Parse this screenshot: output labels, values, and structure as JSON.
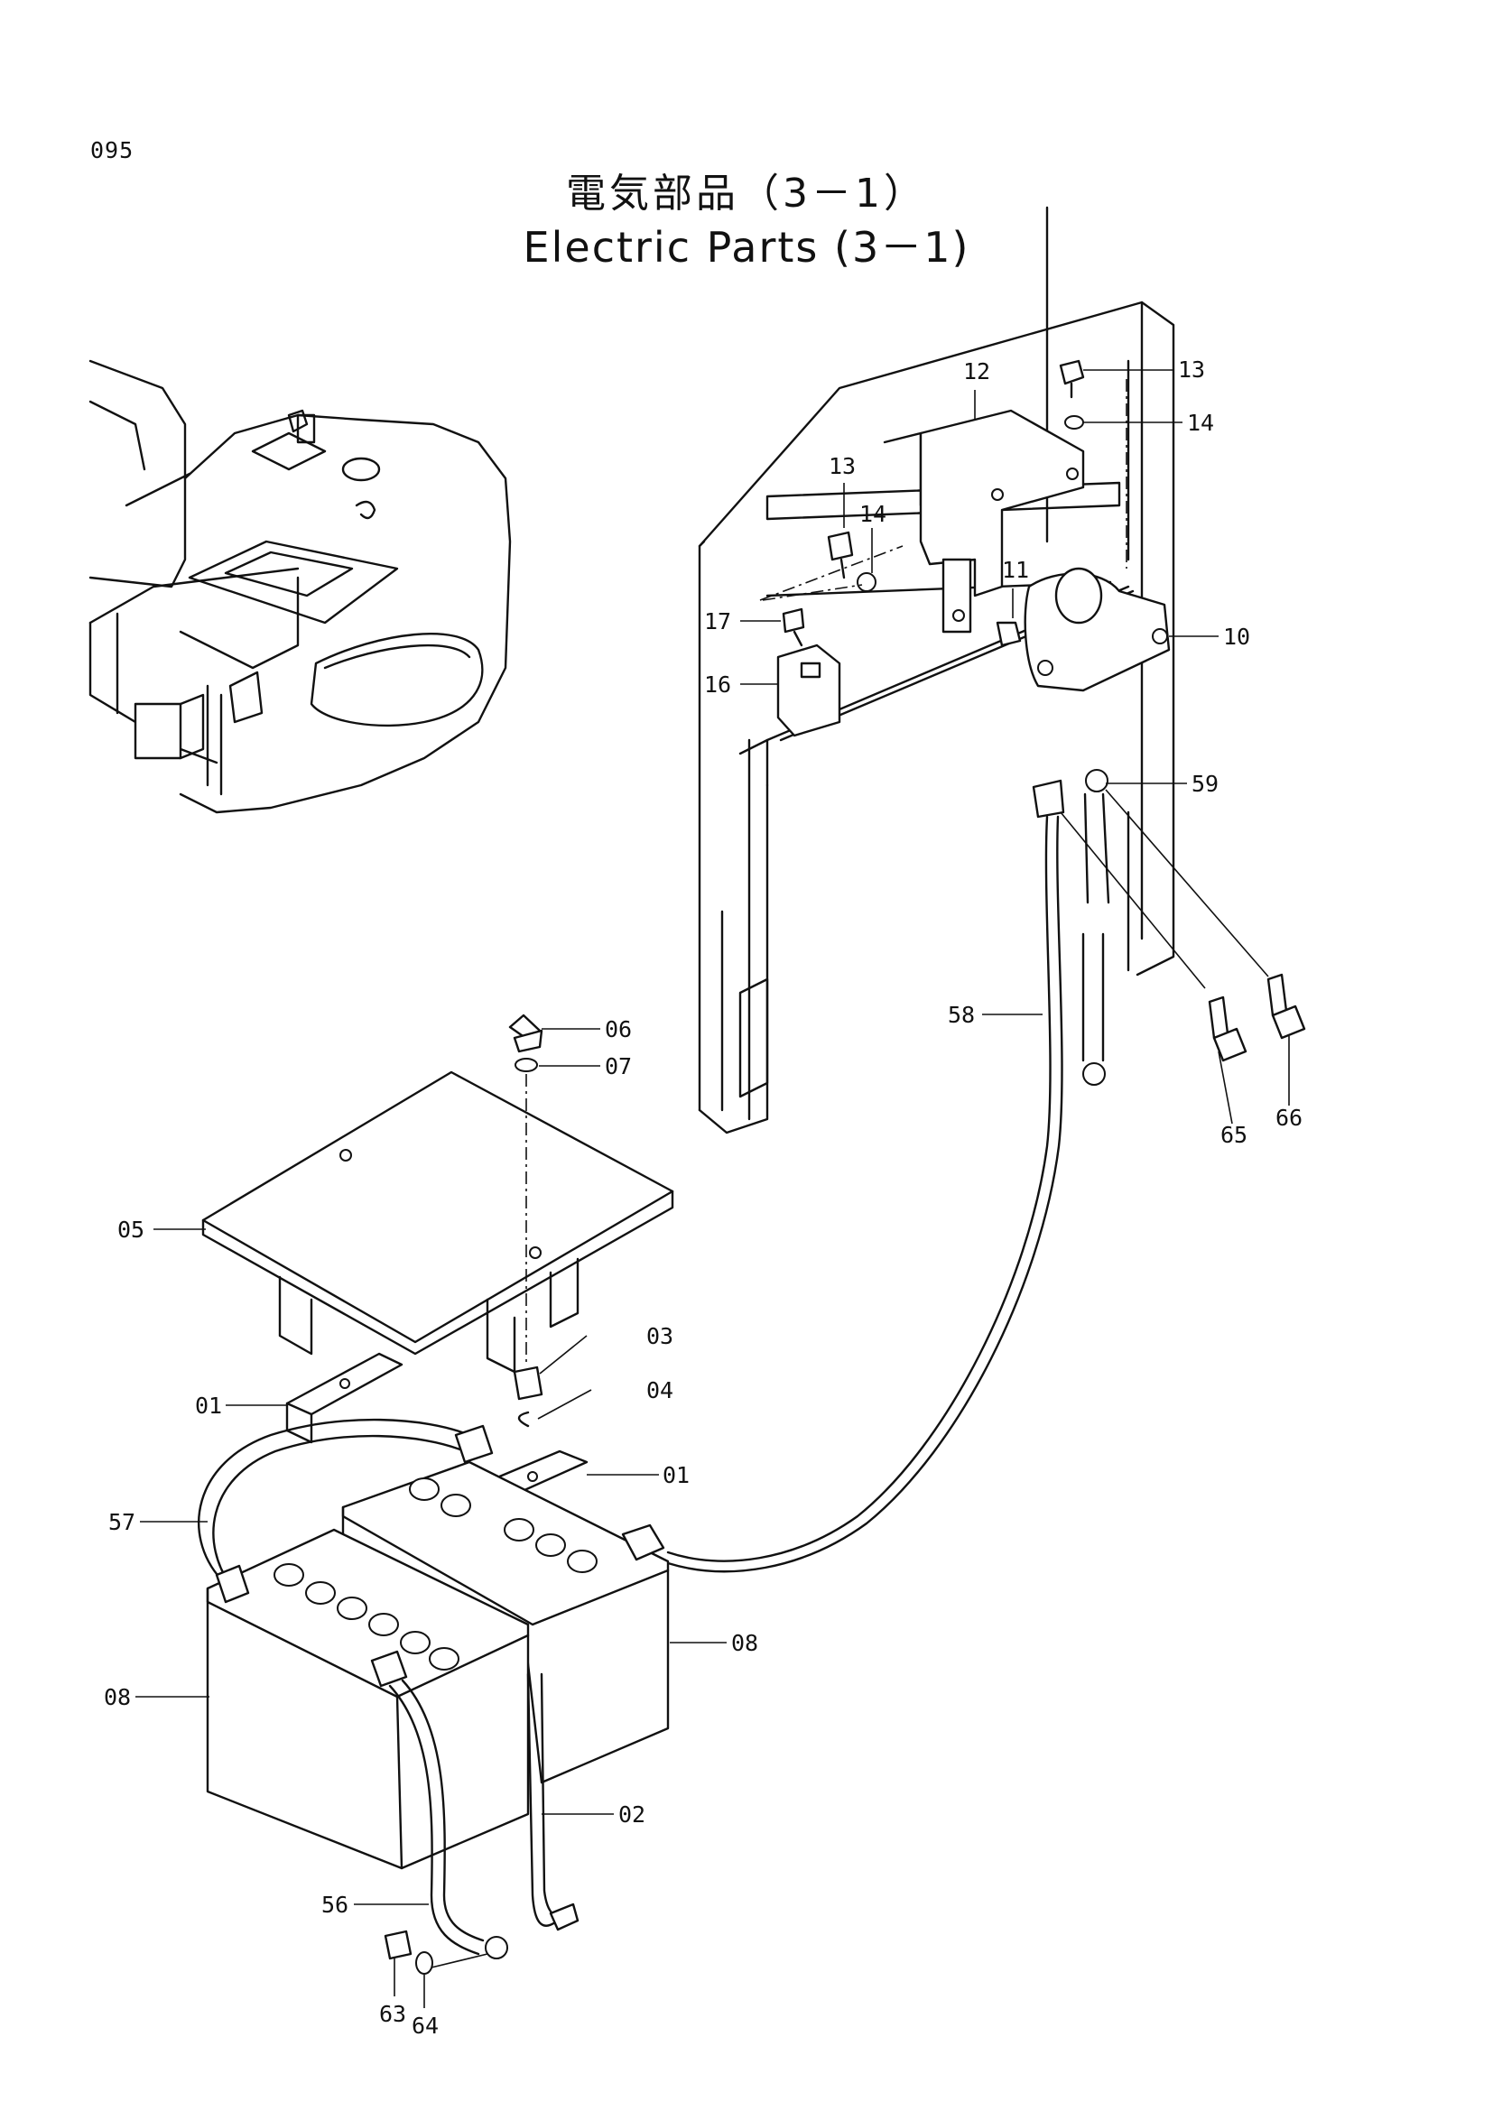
{
  "page": {
    "number": "095",
    "title_ja": "電気部品（3－1）",
    "title_en": "Electric Parts (3－1)"
  },
  "callouts": [
    "13",
    "14",
    "12",
    "13",
    "14",
    "11",
    "10",
    "17",
    "16",
    "59",
    "58",
    "65",
    "66",
    "06",
    "07",
    "05",
    "03",
    "04",
    "01",
    "01",
    "57",
    "08",
    "08",
    "02",
    "56",
    "63",
    "64"
  ]
}
